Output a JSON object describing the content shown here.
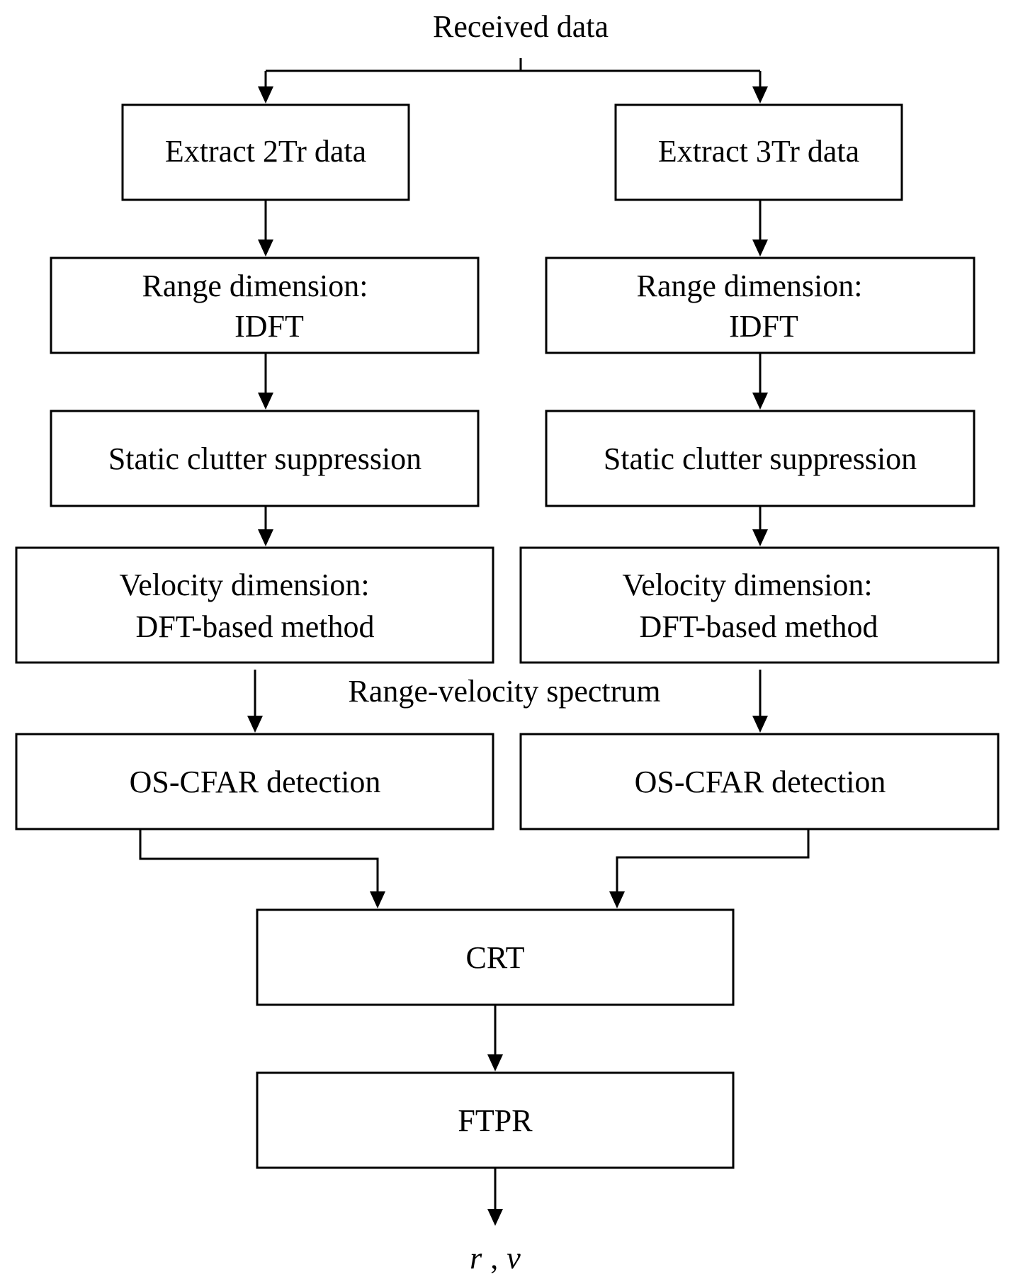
{
  "flowchart": {
    "input_label": "Received data",
    "left_branch": {
      "extract": "Extract 2Tr data",
      "range_line1": "Range dimension:",
      "range_line2": "IDFT",
      "clutter": "Static clutter suppression",
      "velocity_line1": "Velocity dimension:",
      "velocity_line2": "DFT-based method",
      "detection": "OS-CFAR detection"
    },
    "right_branch": {
      "extract": "Extract 3Tr data",
      "range_line1": "Range dimension:",
      "range_line2": "IDFT",
      "clutter": "Static clutter suppression",
      "velocity_line1": "Velocity dimension:",
      "velocity_line2": "DFT-based method",
      "detection": "OS-CFAR detection"
    },
    "spectrum_label": "Range-velocity spectrum",
    "crt": "CRT",
    "ftpr": "FTPR",
    "output": {
      "r": "r",
      "sep": ",",
      "v": "v"
    }
  }
}
